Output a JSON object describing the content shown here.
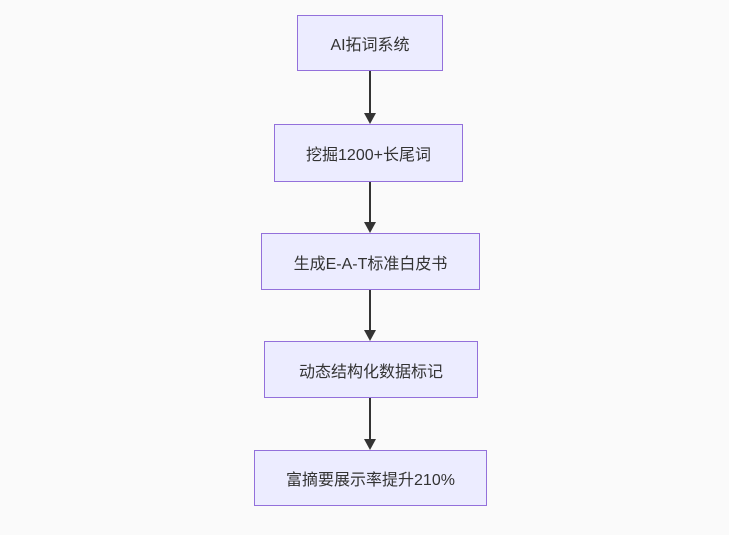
{
  "diagram": {
    "type": "flowchart-vertical",
    "colors": {
      "background": "#fafafa",
      "node_fill": "#ececff",
      "node_border": "#9370db",
      "arrow_line": "#333333",
      "arrow_head": "#333333",
      "text": "#333333"
    },
    "nodes": [
      {
        "id": "step-1",
        "label": "AI拓词系统"
      },
      {
        "id": "step-2",
        "label": "挖掘1200+长尾词"
      },
      {
        "id": "step-3",
        "label": "生成E-A-T标准白皮书"
      },
      {
        "id": "step-4",
        "label": "动态结构化数据标记"
      },
      {
        "id": "step-5",
        "label": "富摘要展示率提升210%"
      }
    ],
    "edges": [
      {
        "from": "step-1",
        "to": "step-2"
      },
      {
        "from": "step-2",
        "to": "step-3"
      },
      {
        "from": "step-3",
        "to": "step-4"
      },
      {
        "from": "step-4",
        "to": "step-5"
      }
    ]
  }
}
